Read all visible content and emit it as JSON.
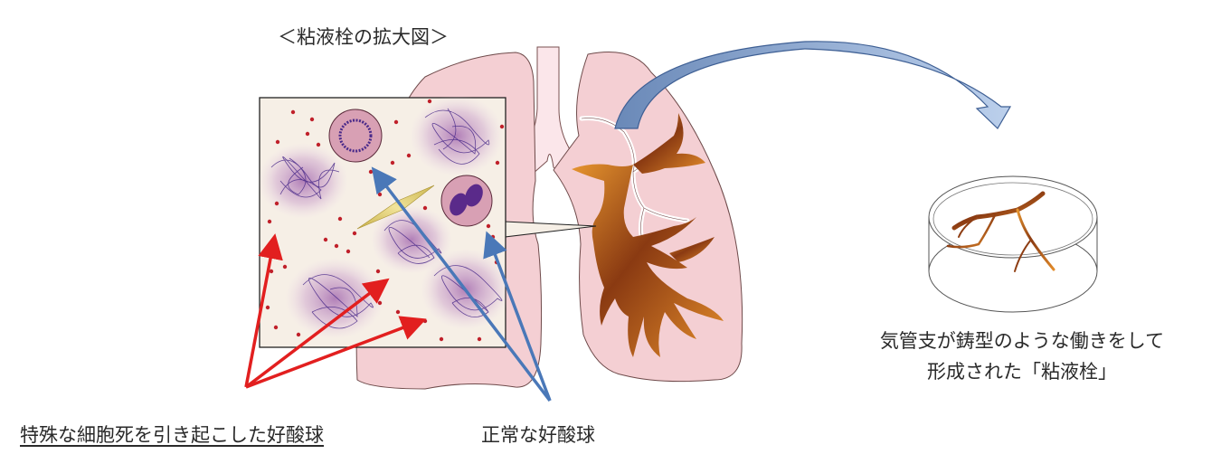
{
  "title": "＜粘液栓の拡大図＞",
  "labels": {
    "dead_eosinophils": "特殊な細胞死を引き起こした好酸球",
    "normal_eosinophils": "正常な好酸球"
  },
  "caption": {
    "line1": "気管支が鋳型のような働きをして",
    "line2": "形成された「粘液栓」"
  },
  "colors": {
    "lung_fill": "#f4cfd3",
    "trachea_fill": "#fbe6ea",
    "inset_bg": "#f6efe6",
    "mucus_plug_dark": "#8a3a12",
    "mucus_plug_light": "#e08a2a",
    "red_arrow": "#e21f1f",
    "blue_arrow": "#4a78b8",
    "curved_arrow_start": "#6f8fbf",
    "curved_arrow_end": "#b7cbe8",
    "eosinophil_purple": "#5b2d8e",
    "granule_red": "#c0202a",
    "crystal_yellow": "#e6d27a"
  },
  "elements": {
    "inset": "magnified view of mucus plug",
    "lung_left": "right lung (viewer left)",
    "lung_right": "left lung with mucus plug in bronchi",
    "petri_dish": "petri dish with extracted mucus plug cast",
    "curved_arrow": "arrow from lung to petri dish"
  }
}
